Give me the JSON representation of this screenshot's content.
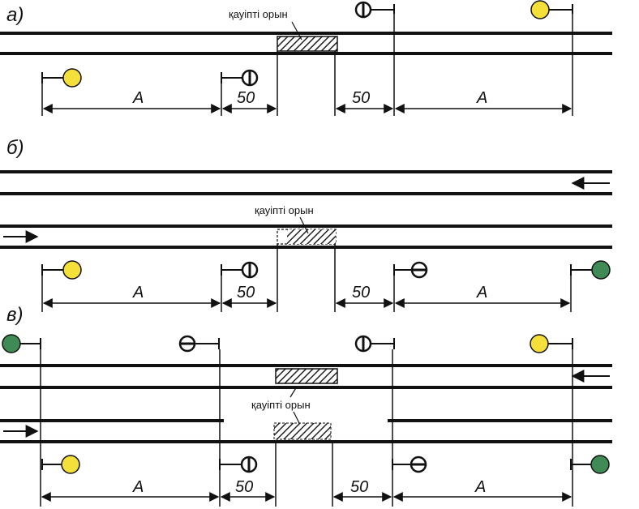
{
  "diagram": {
    "colors": {
      "line": "#111111",
      "yellow": "#f5e03a",
      "green": "#3f8a55",
      "hatch": "#222222"
    },
    "sections": {
      "a": {
        "label": "а)",
        "danger_label": "қауіпті орын",
        "dim_a_left": "A",
        "dim_50_left": "50",
        "dim_50_right": "50",
        "dim_a_right": "A"
      },
      "b": {
        "label": "б)",
        "danger_label": "қауіпті орын",
        "dim_a_left": "A",
        "dim_50_left": "50",
        "dim_50_right": "50",
        "dim_a_right": "A"
      },
      "v": {
        "label": "в)",
        "danger_label": "қауіпті орын",
        "dim_a_left": "A",
        "dim_50_left": "50",
        "dim_50_right": "50",
        "dim_a_right": "A"
      }
    },
    "signal_icons": {
      "yellow": "yellow-signal-icon",
      "green": "green-signal-icon",
      "barred": "barred-signal-icon",
      "dashed": "dashed-signal-icon"
    }
  }
}
